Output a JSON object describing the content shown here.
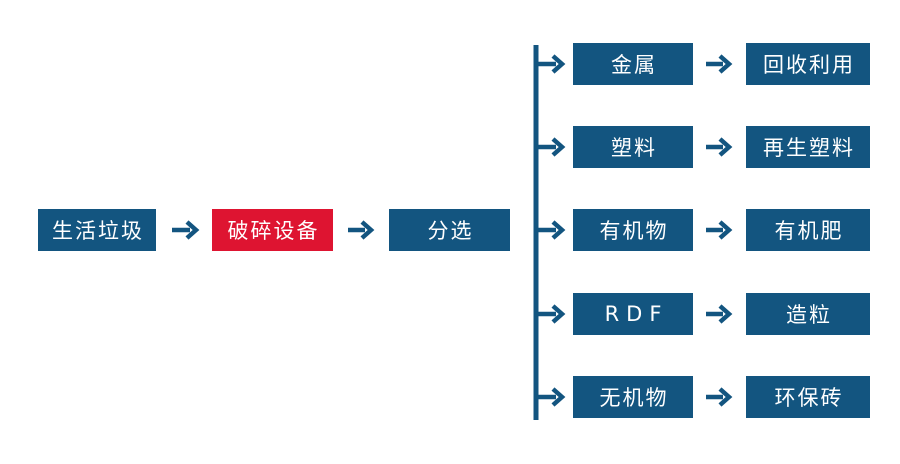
{
  "colors": {
    "primary_blue": "#135580",
    "accent_red": "#de1431",
    "label_text": "#ffffff",
    "background": "#ffffff"
  },
  "main_flow": {
    "nodes": [
      {
        "label": "生活垃圾"
      },
      {
        "label": "破碎设备"
      },
      {
        "label": "分选"
      }
    ]
  },
  "branches": [
    {
      "source": "金属",
      "result": "回收利用"
    },
    {
      "source": "塑料",
      "result": "再生塑料"
    },
    {
      "source": "有机物",
      "result": "有机肥"
    },
    {
      "source": "RDF",
      "result": "造粒"
    },
    {
      "source": "无机物",
      "result": "环保砖"
    }
  ]
}
